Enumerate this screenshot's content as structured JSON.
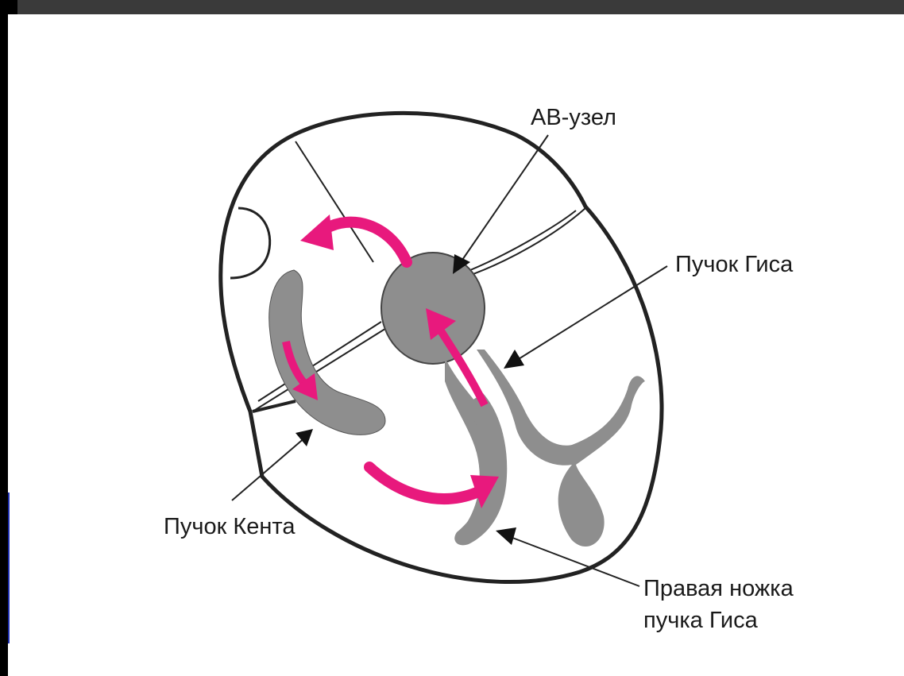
{
  "labels": {
    "av_node": "АВ-узел",
    "his_bundle": "Пучок Гиса",
    "kent_bundle": "Пучок Кента",
    "right_branch_line1": "Правая ножка",
    "right_branch_line2": "пучка Гиса"
  },
  "colors": {
    "tissue": "#8e8e8e",
    "arrow": "#e8197d",
    "outline": "#222222",
    "frame": "#3a3a3a"
  }
}
